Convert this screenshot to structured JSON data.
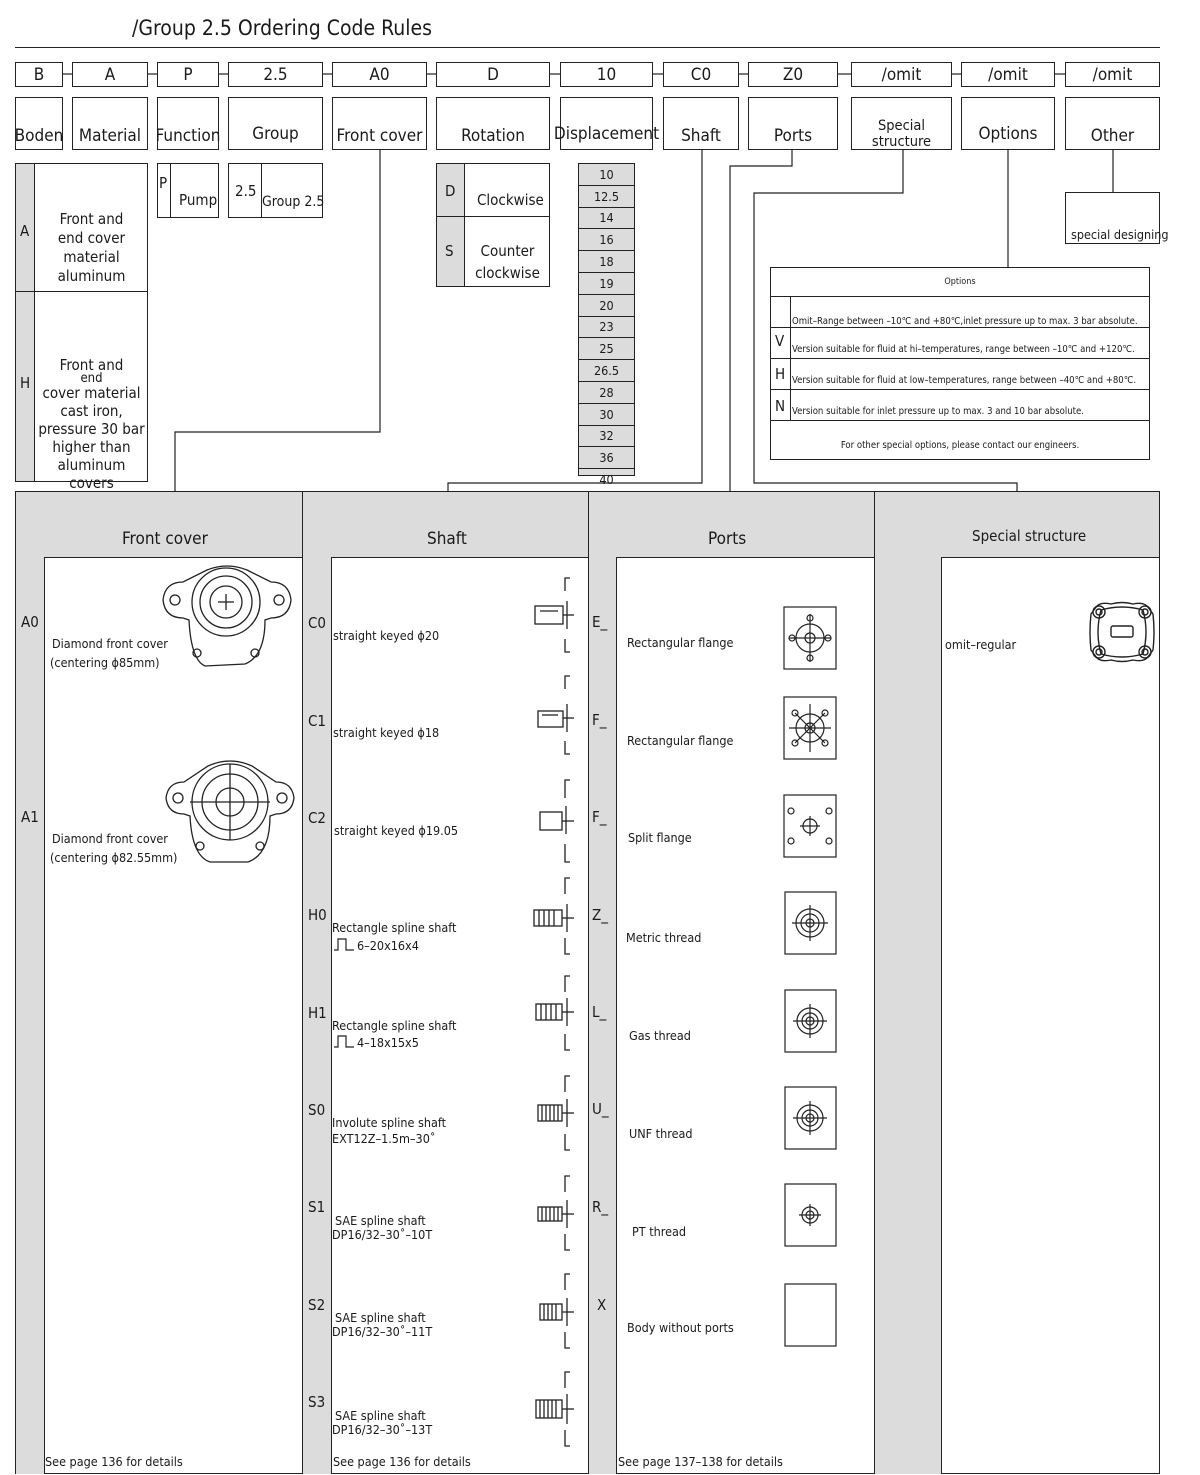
{
  "title": "/Group 2.5 Ordering Code Rules",
  "code_values": [
    "B",
    "A",
    "P",
    "2.5",
    "A0",
    "D",
    "10",
    "C0",
    "Z0",
    "/omit",
    "/omit",
    "/omit"
  ],
  "headers": [
    "Boden",
    "Material",
    "Function",
    "Group",
    "Front cover",
    "Rotation",
    "Displacement",
    "Shaft",
    "Ports",
    "Special structure",
    "Options",
    "Other"
  ],
  "material": {
    "items": [
      {
        "code": "A",
        "lines": [
          "Front and",
          "end cover",
          "material",
          "aluminum"
        ]
      },
      {
        "code": "H",
        "lines": [
          "Front and",
          "end",
          "cover material",
          "cast iron,",
          "pressure 30 bar",
          "higher than",
          "aluminum covers"
        ]
      }
    ]
  },
  "function": {
    "code": "P",
    "label": "Pump"
  },
  "group": {
    "code": "2.5",
    "label": "Group 2.5"
  },
  "rotation": {
    "items": [
      {
        "code": "D",
        "lines": [
          "Clockwise"
        ]
      },
      {
        "code": "S",
        "lines": [
          "Counter",
          "clockwise"
        ]
      }
    ]
  },
  "displacement": [
    "10",
    "12.5",
    "14",
    "16",
    "18",
    "19",
    "20",
    "23",
    "25",
    "26.5",
    "28",
    "30",
    "32",
    "36",
    "40"
  ],
  "other": {
    "label": "special designing"
  },
  "options": {
    "title": "Options",
    "rows": [
      {
        "code": "",
        "text": "Omit–Range between –10℃ and +80℃,inlet pressure up to max. 3 bar absolute."
      },
      {
        "code": "V",
        "text": "Version suitable for fluid at hi–temperatures, range between –10℃ and +120℃."
      },
      {
        "code": "H",
        "text": "Version suitable for fluid at low–temperatures, range between –40℃ and +80℃."
      },
      {
        "code": "N",
        "text": "Version suitable for inlet pressure up to max. 3 and 10 bar absolute."
      }
    ],
    "footer": "For other special options, please contact our engineers."
  },
  "table": {
    "front_cover": {
      "title": "Front cover",
      "items": [
        {
          "code": "A0",
          "line1": "Diamond front cover",
          "line2": "(centering ϕ85mm)"
        },
        {
          "code": "A1",
          "line1": "Diamond front cover",
          "line2": "(centering ϕ82.55mm)"
        }
      ],
      "footer": "See page 136 for details"
    },
    "shaft": {
      "title": "Shaft",
      "items": [
        {
          "code": "C0",
          "line1": "straight keyed ϕ20",
          "line2": ""
        },
        {
          "code": "C1",
          "line1": "straight keyed ϕ18",
          "line2": ""
        },
        {
          "code": "C2",
          "line1": "straight keyed ϕ19.05",
          "line2": ""
        },
        {
          "code": "H0",
          "line1": "Rectangle spline shaft",
          "line2": "6–20x16x4"
        },
        {
          "code": "H1",
          "line1": "Rectangle spline shaft",
          "line2": "4–18x15x5"
        },
        {
          "code": "S0",
          "line1": "Involute spline shaft",
          "line2": "EXT12Z–1.5m–30˚"
        },
        {
          "code": "S1",
          "line1": "SAE spline shaft",
          "line2": "DP16/32–30˚–10T"
        },
        {
          "code": "S2",
          "line1": "SAE spline shaft",
          "line2": "DP16/32–30˚–11T"
        },
        {
          "code": "S3",
          "line1": "SAE spline shaft",
          "line2": "DP16/32–30˚–13T"
        }
      ],
      "footer": "See page 136 for details"
    },
    "ports": {
      "title": "Ports",
      "items": [
        {
          "code": "E_",
          "label": "Rectangular flange"
        },
        {
          "code": "F_",
          "label": "Rectangular flange"
        },
        {
          "code": "F_",
          "label": "Split flange"
        },
        {
          "code": "Z_",
          "label": "Metric thread"
        },
        {
          "code": "L_",
          "label": "Gas thread"
        },
        {
          "code": "U_",
          "label": "UNF thread"
        },
        {
          "code": "R_",
          "label": "PT thread"
        },
        {
          "code": "X",
          "label": "Body without ports"
        }
      ],
      "footer": "See page 137–138 for details"
    },
    "special": {
      "title": "Special structure",
      "items": [
        {
          "label": "omit–regular"
        }
      ]
    }
  }
}
